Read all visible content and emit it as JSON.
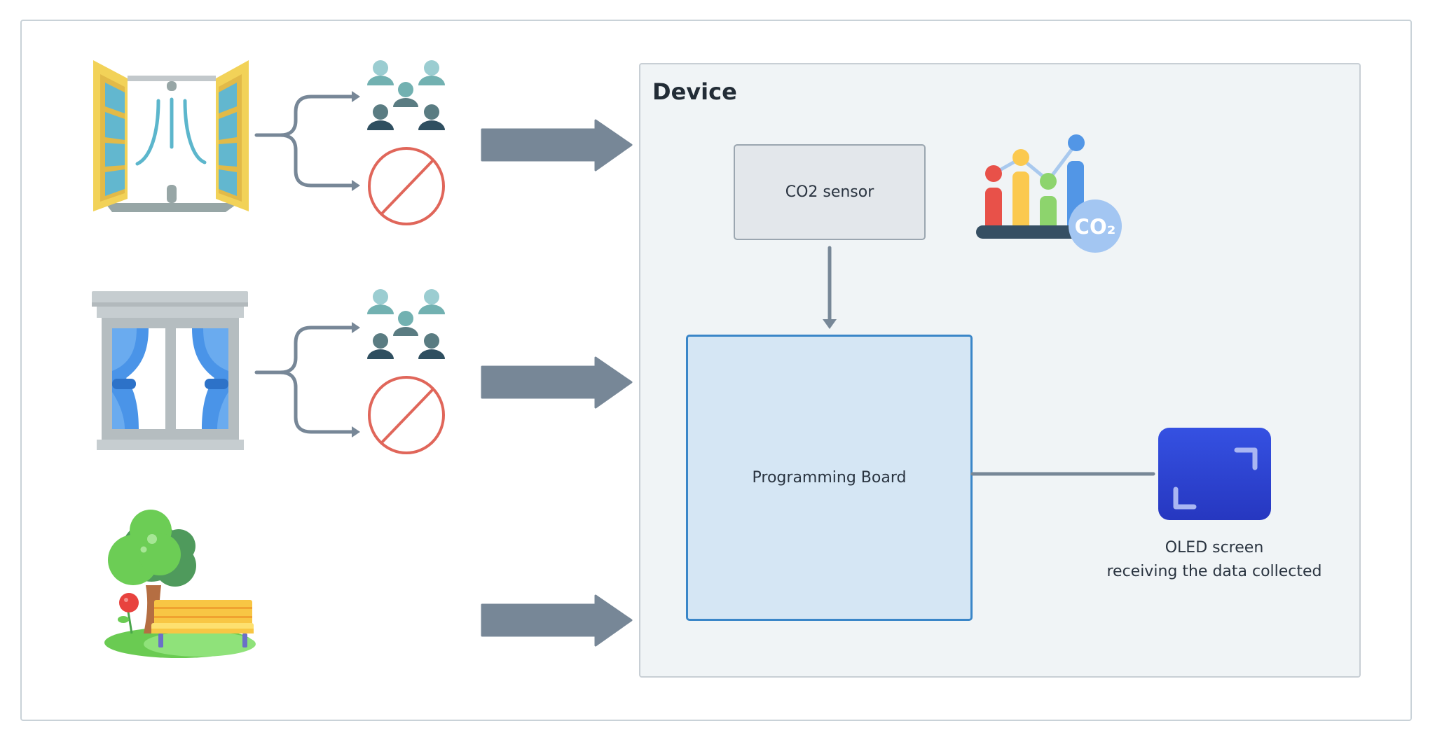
{
  "diagram": {
    "device": {
      "title": "Device",
      "components": {
        "co2_sensor": {
          "label": "CO2 sensor"
        },
        "programming_board": {
          "label": "Programming Board"
        },
        "oled_screen": {
          "label_line1": "OLED screen",
          "label_line2": "receiving the data collected"
        },
        "co2_chart_icon": {
          "icon": "co2-chart-icon",
          "badge_text": "CO₂"
        }
      },
      "connections": [
        {
          "from": "CO2 sensor",
          "to": "Programming Board",
          "type": "arrow"
        },
        {
          "from": "Programming Board",
          "to": "OLED screen",
          "type": "line"
        }
      ]
    },
    "scenarios": [
      {
        "name": "open-window",
        "icon": "open-window-icon",
        "outcomes": [
          "people-group-icon",
          "prohibited-icon"
        ]
      },
      {
        "name": "closed-window",
        "icon": "curtained-window-icon",
        "outcomes": [
          "people-group-icon",
          "prohibited-icon"
        ]
      },
      {
        "name": "park",
        "icon": "park-bench-tree-icon",
        "outcomes": []
      }
    ]
  },
  "colors": {
    "arrow": "#778797",
    "device_bg": "#f0f4f6",
    "board_fill": "#d5e6f4",
    "board_border": "#3a86c8",
    "sensor_fill": "#e3e7eb",
    "oled_blue": "#2f45d4",
    "prohibit_red": "#e0665a"
  }
}
